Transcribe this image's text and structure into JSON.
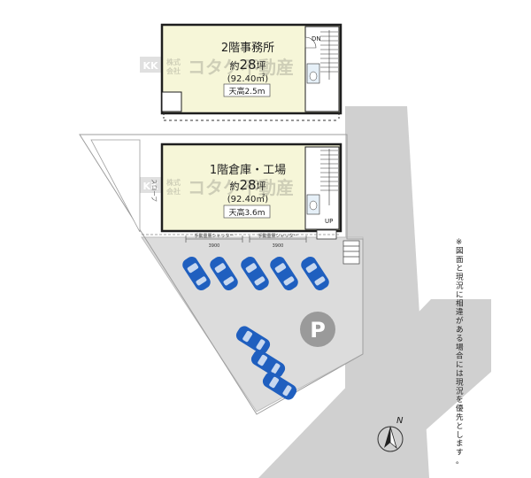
{
  "floor2": {
    "title": "2階事務所",
    "area_tsubo_prefix": "約",
    "area_tsubo_value": "28",
    "area_tsubo_unit": "坪",
    "area_sqm": "(92.40㎡)",
    "ceiling": "天高2.5m",
    "dn_label": "DN"
  },
  "floor1": {
    "title": "1階倉庫・工場",
    "area_tsubo_prefix": "約",
    "area_tsubo_value": "28",
    "area_tsubo_unit": "坪",
    "area_sqm": "(92.40㎡)",
    "ceiling": "天高3.6m",
    "up_label": "UP",
    "shutter_left": "手動重量シャッター",
    "shutter_left_width": "3900",
    "shutter_right": "手動重量シャッター",
    "shutter_right_width": "3900"
  },
  "slope_label": "スロープ",
  "parking_symbol": "P",
  "north_label": "N",
  "watermark": {
    "logo": "KK",
    "company_line1": "株式",
    "company_line2": "会社",
    "company_name": "コタケ不動産"
  },
  "note": "※図面と現況に相違がある場合には現況を優先とします。",
  "colors": {
    "floor_fill": "#f6f6d8",
    "wall": "#1e1e1e",
    "lot_gray": "#dcdcdc",
    "road_gray": "#cfcfcf",
    "car_blue": "#1f5fbf",
    "parking_circle": "#9a9a9a"
  }
}
